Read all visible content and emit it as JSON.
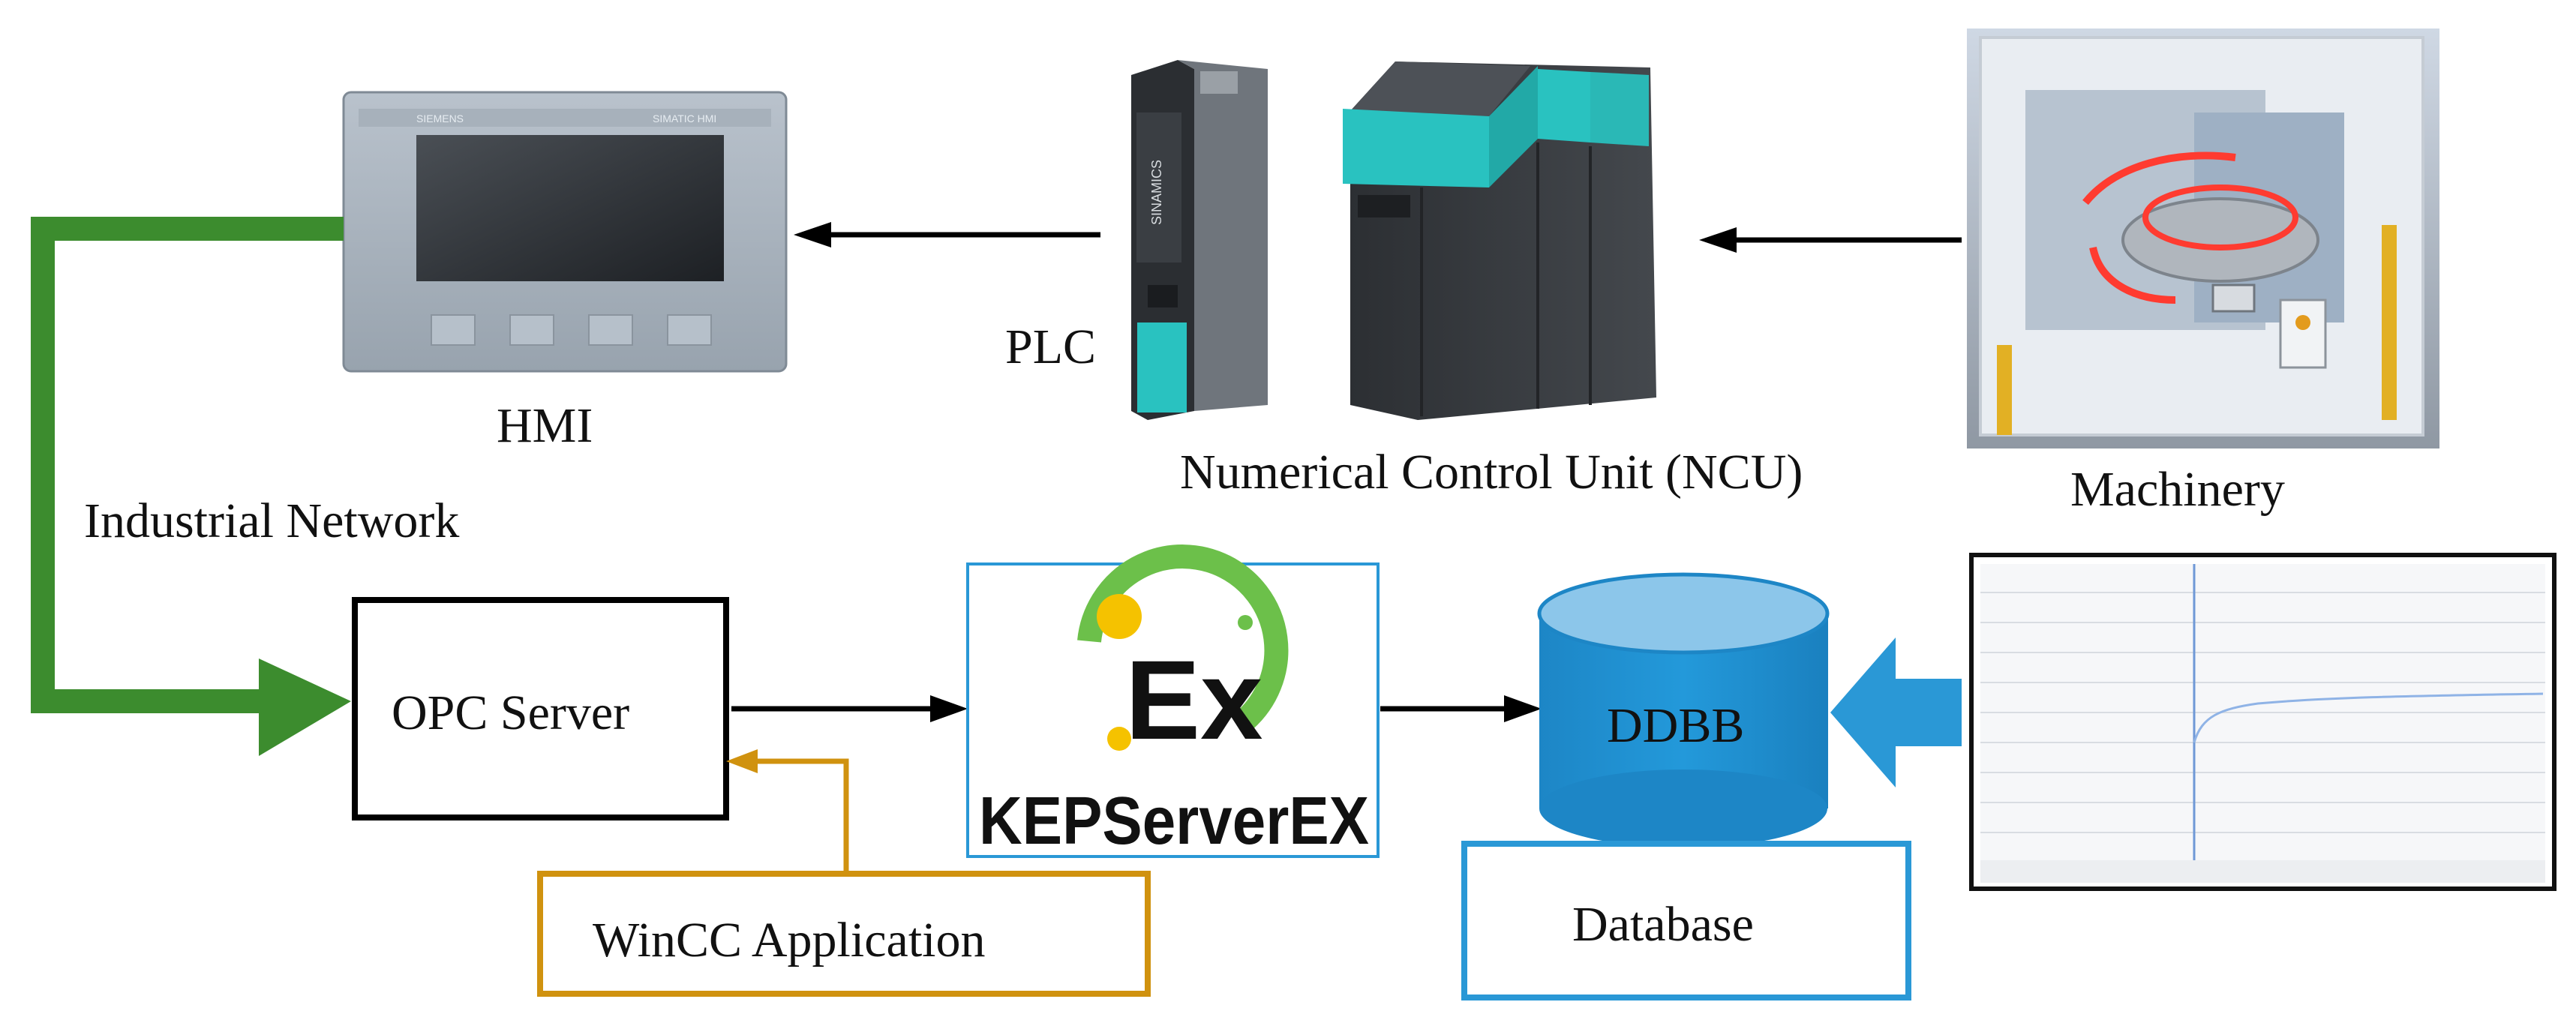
{
  "labels": {
    "hmi": "HMI",
    "plc": "PLC",
    "ncu": "Numerical Control Unit (NCU)",
    "machinery": "Machinery",
    "industrial_network": "Industrial Network",
    "opc_server": "OPC Server",
    "wincc": "WinCC Application",
    "ddbb": "DDBB",
    "database": "Database",
    "kepserver_logo": "KEPServerEX",
    "hmi_brand": "SIEMENS",
    "hmi_model": "SIMATIC HMI",
    "plc_brand": "SINAMICS"
  },
  "colors": {
    "green_arrow": "#3c8c2e",
    "gold_arrow": "#d0920f",
    "blue_accent": "#2a98d6",
    "ddbb_fill": "#1f8fd0",
    "ddbb_top": "#8cc6ea",
    "teal_module": "#29c2c0",
    "black": "#000000"
  },
  "icons": {
    "hmi_image": "hmi-panel-icon",
    "plc_image": "plc-module-icon",
    "ncu_image": "ncu-drive-icon",
    "machinery_image": "machine-tool-photo",
    "trend_image": "trend-chart-screenshot",
    "kepserver_image": "kepserver-logo-icon",
    "db_image": "database-cylinder-icon"
  }
}
